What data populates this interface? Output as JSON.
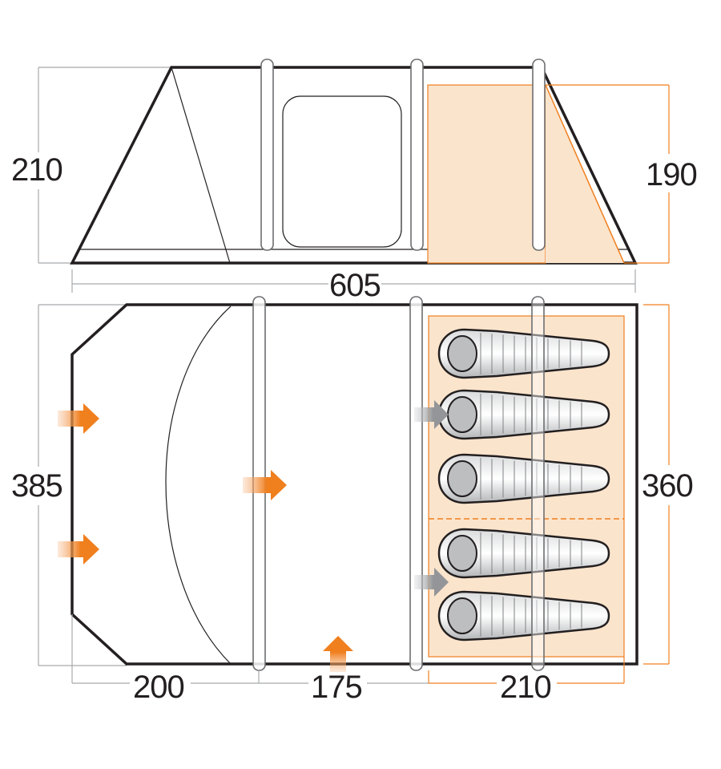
{
  "side_view": {
    "height_label": "210",
    "bedroom_height_label": "190",
    "length_label": "605"
  },
  "floor_plan": {
    "width_label": "385",
    "bedroom_width_label": "360",
    "porch_depth_label": "200",
    "living_depth_label": "175",
    "bedroom_depth_label": "210",
    "sleeping_bag_count": 5
  },
  "colors": {
    "outline": "#231f20",
    "pole": "#6d6e71",
    "dimension_line": "#a7a9ac",
    "bedroom_fill": "#fbe4cc",
    "bedroom_accent": "#f07f1e",
    "door_arrow": "#f07f1e",
    "inner_door_arrow": "#a7a9ac"
  }
}
